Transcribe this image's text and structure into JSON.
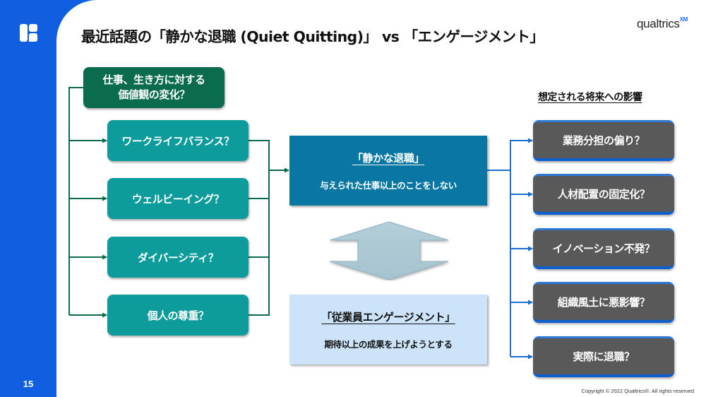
{
  "slide": {
    "page_number": "15",
    "title": "最近話題の「静かな退職 (Quiet Quitting)」 vs 「エンゲージメント」",
    "brand": {
      "name": "qualtrics",
      "superscript": "XM"
    },
    "copyright": "Copyright © 2022 Qualtrics®. All rights reserved",
    "icons": {
      "logo": "qualtrics-logo-icon",
      "double_arrow": "double-arrow-icon"
    }
  },
  "colors": {
    "sidebar": "#0f5fe0",
    "root": "#0b6b4f",
    "factor": "#0d9b9b",
    "quiet": "#0878a3",
    "engagement": "#cce3f9",
    "impact": "#595959",
    "impact_accent": "#0d5fcf",
    "connector_left": "#0b6b4f",
    "connector_right": "#1a6fd0"
  },
  "diagram": {
    "root": {
      "line1": "仕事、生き方に対する",
      "line2": "価値観の変化？"
    },
    "factors": [
      {
        "label": "ワークライフバランス？"
      },
      {
        "label": "ウェルビーイング？"
      },
      {
        "label": "ダイバーシティ？"
      },
      {
        "label": "個人の尊重？"
      }
    ],
    "quiet_quitting": {
      "heading": "「静かな退職」",
      "description": "与えられた仕事以上のことをしない"
    },
    "engagement": {
      "heading": "「従業員エンゲージメント」",
      "description": "期待以上の成果を上げようとする"
    },
    "impacts": {
      "heading": "想定される将来への影響",
      "items": [
        {
          "label": "業務分担の偏り？"
        },
        {
          "label": "人材配置の固定化？"
        },
        {
          "label": "イノベーション不発？"
        },
        {
          "label": "組織風土に悪影響？"
        },
        {
          "label": "実際に退職？"
        }
      ]
    }
  }
}
